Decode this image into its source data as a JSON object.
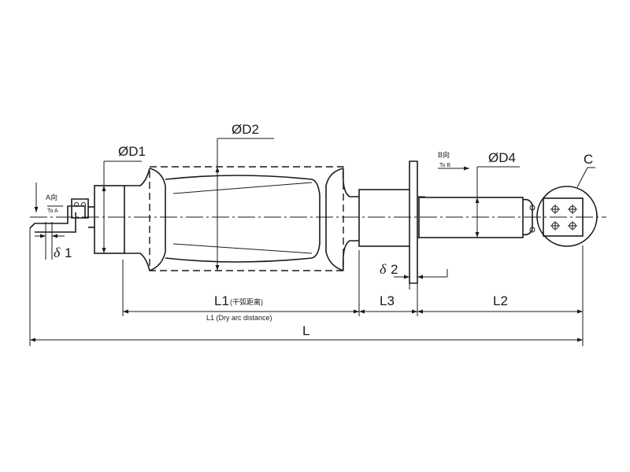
{
  "labels": {
    "d1": "ØD1",
    "d2": "ØD2",
    "d4": "ØD4",
    "c": "C",
    "l": "L",
    "l1": "L1",
    "l1_cn": "(干弧距离)",
    "l1_en": "L1 (Dry arc distance)",
    "l2": "L2",
    "l3": "L3",
    "delta": "δ",
    "one": "1",
    "two": "2",
    "a_view_cn": "A向",
    "a_view_en": "To A",
    "b_view_cn": "B向",
    "b_view_en": "To B"
  },
  "icons": {
    "terminal_holes": "four-hole-cross-icon",
    "arrow": "dimension-arrow-icon"
  },
  "colors": {
    "line": "#1a1a1a",
    "background": "#ffffff"
  }
}
